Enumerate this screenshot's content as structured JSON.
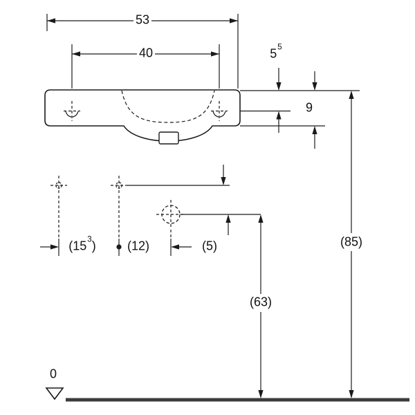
{
  "drawing": {
    "title": "Washbasin dimension drawing",
    "colors": {
      "line": "#1a1a1a",
      "floor": "#3c3c3c",
      "background": "#ffffff"
    },
    "labels": {
      "overall_width": "53",
      "tap_distance": "40",
      "rim_to_tap": {
        "pre": "5",
        "sup": "5",
        "post": ""
      },
      "rim_depth": "9",
      "fixing_left": {
        "pre": "(15",
        "sup": "3",
        "post": ")"
      },
      "fixing_to_drain": "(12)",
      "drain_offset": "(5)",
      "trap_height": "(63)",
      "rim_height": "(85)",
      "datum_zero": "0"
    }
  }
}
